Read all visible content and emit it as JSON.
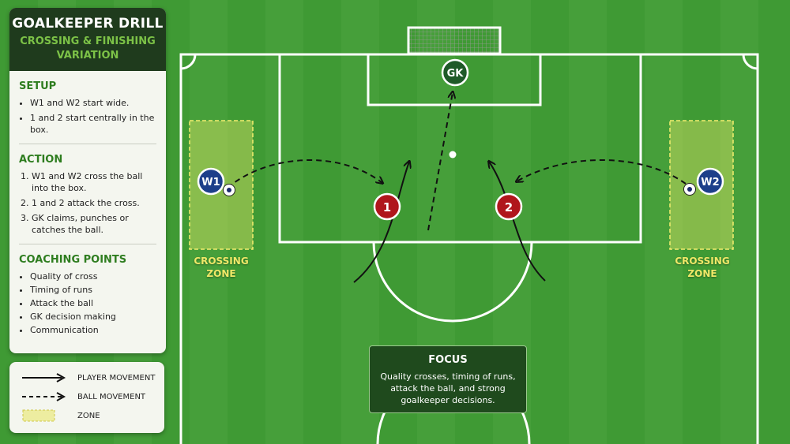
{
  "panel": {
    "title": "GOALKEEPER DRILL",
    "subtitle_line1": "CROSSING & FINISHING",
    "subtitle_line2": "VARIATION",
    "setup": {
      "heading": "SETUP",
      "items": [
        "W1 and W2 start wide.",
        "1 and 2 start centrally in the box."
      ]
    },
    "action": {
      "heading": "ACTION",
      "items": [
        "W1 and W2 cross the ball into the box.",
        "1 and 2 attack the cross.",
        "GK claims, punches or catches the ball."
      ]
    },
    "coaching": {
      "heading": "COACHING POINTS",
      "items": [
        "Quality of cross",
        "Timing of runs",
        "Attack the ball",
        "GK decision making",
        "Communication"
      ]
    }
  },
  "legend": {
    "player_movement": "PLAYER MOVEMENT",
    "ball_movement": "BALL MOVEMENT",
    "zone": "ZONE"
  },
  "players": {
    "gk": "GK",
    "w1": "W1",
    "w2": "W2",
    "p1": "1",
    "p2": "2"
  },
  "zones": {
    "left_line1": "CROSSING",
    "left_line2": "ZONE",
    "right_line1": "CROSSING",
    "right_line2": "ZONE"
  },
  "focus": {
    "title": "FOCUS",
    "text": "Quality crosses, timing of runs, attack the ball, and strong goalkeeper decisions."
  },
  "colors": {
    "grass_dark": "#3f9a34",
    "grass_light": "#469f3a",
    "panel_header": "#1f3b1d",
    "accent_green": "#2e7d1f",
    "winger_blue": "#1d3f8a",
    "attacker_red": "#b0161c",
    "goalkeeper_green": "#1f5a28",
    "zone_yellow": "#e8e86a"
  }
}
